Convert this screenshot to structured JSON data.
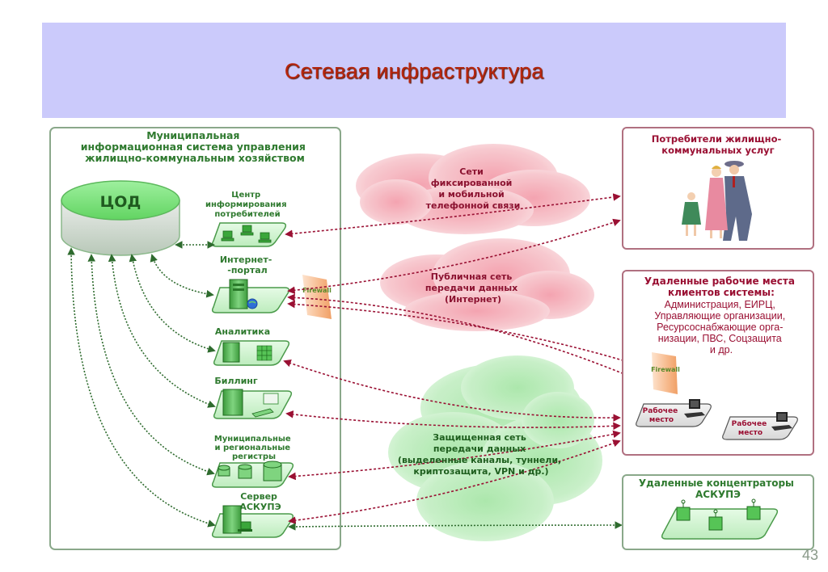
{
  "slide": {
    "title": "Сетевая инфраструктура",
    "page_number": "43"
  },
  "colors": {
    "title_band": "#cbcafb",
    "title_text": "#b8260e",
    "green_accent": "#2f7a2f",
    "red_accent": "#9a1033",
    "firewall": "#f4a46a"
  },
  "left_box": {
    "title_lines": [
      "Муниципальная",
      "информационная система управления",
      "жилищно-коммунальным хозяйством"
    ],
    "datacenter_label": "ЦОД",
    "nodes": [
      {
        "id": "info-center",
        "label_lines": [
          "Центр",
          "информирования",
          "потребителей"
        ],
        "icon": "computers-icon"
      },
      {
        "id": "internet-portal",
        "label_lines": [
          "Интернет-",
          "-портал"
        ],
        "icon": "server-globe-icon"
      },
      {
        "id": "analytics",
        "label_lines": [
          "Аналитика"
        ],
        "icon": "server-cube-icon"
      },
      {
        "id": "billing",
        "label_lines": [
          "Биллинг"
        ],
        "icon": "server-terminal-icon"
      },
      {
        "id": "registers",
        "label_lines": [
          "Муниципальные",
          "и региональные",
          "регистры"
        ],
        "icon": "databases-icon"
      },
      {
        "id": "askupe-server",
        "label_lines": [
          "Сервер",
          "АСКУПЭ"
        ],
        "icon": "server-laptop-icon"
      }
    ],
    "firewall_label": "Firewall"
  },
  "clouds": [
    {
      "id": "phone-network",
      "color": "red",
      "lines": [
        "Сети",
        "фиксированной",
        "и мобильной",
        "телефонной связи"
      ]
    },
    {
      "id": "public-network",
      "color": "red",
      "lines": [
        "Публичная сеть",
        "передачи данных",
        "(Интернет)"
      ]
    },
    {
      "id": "secure-network",
      "color": "green",
      "lines": [
        "Защищенная сеть",
        "передачи данных",
        "(выделенные каналы, туннели,",
        "криптозащита, VPN и др.)"
      ]
    }
  ],
  "right_boxes": {
    "consumers": {
      "title_lines": [
        "Потребители жилищно-",
        "коммунальных услуг"
      ],
      "image": "family-illustration"
    },
    "remote_workplaces": {
      "title_lines": [
        "Удаленные рабочие места",
        "клиентов системы:"
      ],
      "body_lines": [
        "Администрация, ЕИРЦ,",
        "Управляющие организации,",
        "Ресурсоснабжающие орга-",
        "низации, ПВС, Соцзащита",
        "и др."
      ],
      "firewall_label": "Firewall",
      "workplaces": [
        {
          "label_lines": [
            "Рабочее",
            "место"
          ]
        },
        {
          "label_lines": [
            "Рабочее",
            "место"
          ]
        }
      ]
    },
    "concentrators": {
      "title_lines": [
        "Удаленные концентраторы",
        "АСКУПЭ"
      ],
      "device_count": 3
    }
  }
}
